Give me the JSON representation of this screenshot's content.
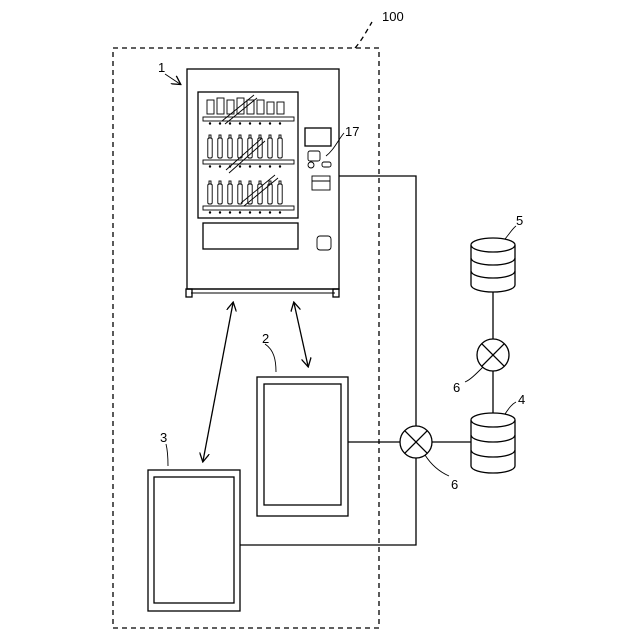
{
  "labels": {
    "system": "100",
    "vending_machine": "1",
    "terminal_2": "2",
    "terminal_3": "3",
    "database_4": "4",
    "database_5": "5",
    "network_6_upper": "6",
    "network_6_lower": "6",
    "reader_17": "17"
  },
  "colors": {
    "line": "#000000",
    "background": "#ffffff"
  },
  "icons": {
    "vending_machine": "vending-machine-icon",
    "database": "database-cylinder-icon",
    "network": "crossed-circle-network-icon",
    "terminal": "tablet-terminal-icon"
  }
}
